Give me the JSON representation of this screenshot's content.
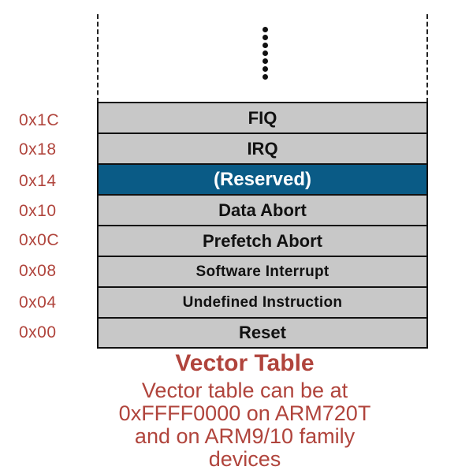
{
  "vector_table": {
    "entries": [
      {
        "address": "0x1C",
        "label": "FIQ"
      },
      {
        "address": "0x18",
        "label": "IRQ"
      },
      {
        "address": "0x14",
        "label": "(Reserved)"
      },
      {
        "address": "0x10",
        "label": "Data Abort"
      },
      {
        "address": "0x0C",
        "label": "Prefetch Abort"
      },
      {
        "address": "0x08",
        "label": "Software Interrupt"
      },
      {
        "address": "0x04",
        "label": "Undefined Instruction"
      },
      {
        "address": "0x00",
        "label": "Reset"
      }
    ],
    "highlight_color": "#0a5b86",
    "cell_color": "#c8c8c8"
  },
  "caption": {
    "title": "Vector Table",
    "lines": [
      "Vector table can be at",
      "0xFFFF0000 on ARM720T",
      "and on ARM9/10 family",
      "devices"
    ],
    "color": "#b0443c"
  }
}
